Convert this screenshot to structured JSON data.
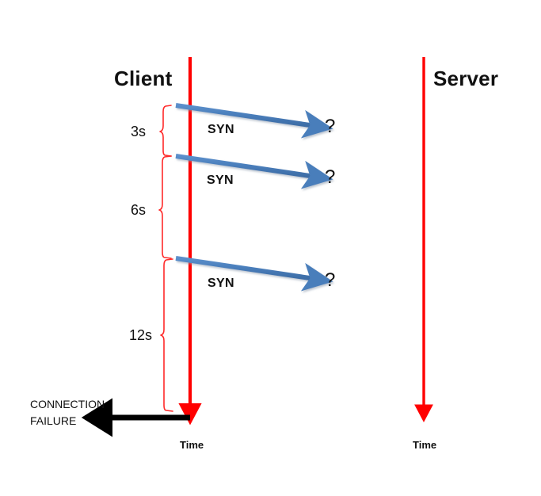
{
  "diagram": {
    "type": "sequence-diagram",
    "description": "TCP SYN retransmission timeline showing connection failure",
    "colors": {
      "lifeline_red": "#FF0000",
      "message_blue": "#4A7EBB",
      "brace_red": "#FF2A2A",
      "failure_black": "#000000",
      "text": "#111111",
      "background": "#FFFFFF"
    },
    "lifelines": [
      {
        "name": "client",
        "title": "Client",
        "time_label": "Time"
      },
      {
        "name": "server",
        "title": "Server",
        "time_label": "Time"
      }
    ],
    "messages": [
      {
        "label": "SYN",
        "response": "?"
      },
      {
        "label": "SYN",
        "response": "?"
      },
      {
        "label": "SYN",
        "response": "?"
      }
    ],
    "timeouts": [
      {
        "label": "3s"
      },
      {
        "label": "6s"
      },
      {
        "label": "12s"
      }
    ],
    "failure": {
      "line1": "CONNECTION",
      "line2": "FAILURE"
    }
  }
}
